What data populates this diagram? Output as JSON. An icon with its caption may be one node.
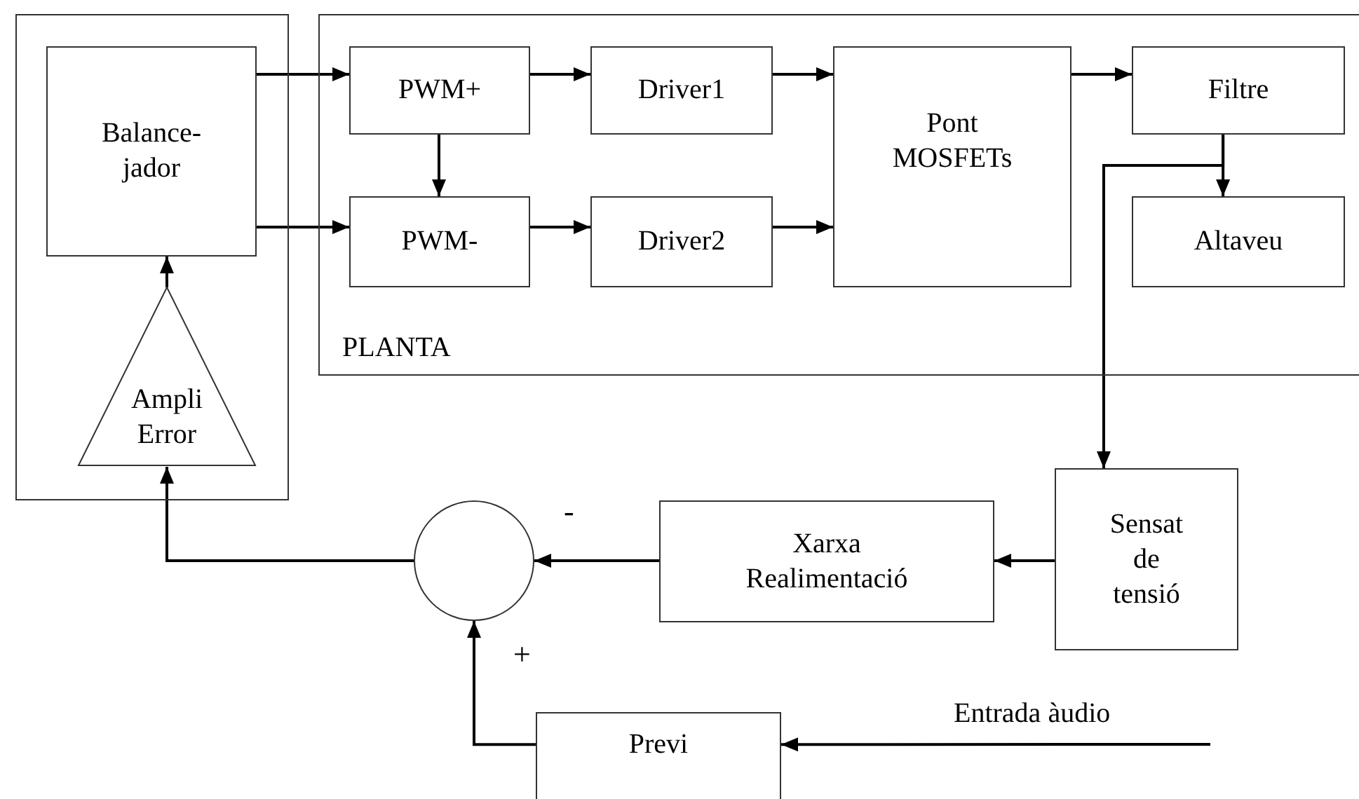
{
  "diagram": {
    "nodes": [
      {
        "text": [],
        "shape": "box"
      },
      {
        "text": [
          "Balance- jador"
        ],
        "in": 0
      },
      {
        "text": [
          "Ampli Error"
        ],
        "in": 0
      },
      {
        "text": [
          "PLANTA"
        ]
      },
      {
        "text": [
          "PWM+"
        ],
        "in": 3
      },
      {
        "text": [
          "Driver1"
        ],
        "in": 3
      },
      {
        "text": [
          "Pont MOSFETs"
        ],
        "in": 3
      },
      {
        "text": [
          "Filtre"
        ],
        "in": 3
      },
      {
        "text": [
          "PWM-"
        ],
        "in": 3
      },
      {
        "text": [
          "Driver2"
        ],
        "in": 3
      },
      {
        "text": [
          "Altaveu"
        ],
        "in": 3
      },
      {
        "text": [
          "Sensat de tensió"
        ]
      },
      {
        "text": [],
        "shape": "circle"
      },
      {
        "text": [
          "Xarxa Realimentació"
        ]
      },
      {
        "text": [
          "Previ"
        ]
      }
    ],
    "edges": [
      {
        "from": 1,
        "to": 4,
        "arrow": "to"
      },
      {
        "from": 1,
        "to": 8,
        "arrow": "to"
      },
      {
        "from": 4,
        "to": 8,
        "arrow": "to"
      },
      {
        "from": 4,
        "to": 5,
        "arrow": "to"
      },
      {
        "from": 8,
        "to": 9,
        "arrow": "to"
      },
      {
        "from": 5,
        "to": 6,
        "arrow": "to"
      },
      {
        "from": 9,
        "to": 6,
        "arrow": "to"
      },
      {
        "from": 6,
        "to": 7,
        "arrow": "to"
      },
      {
        "from": 7,
        "to": 10,
        "arrow": "to"
      },
      {
        "from": 7,
        "to": 11,
        "arrow": "to"
      },
      {
        "from": 11,
        "to": 13,
        "arrow": "to"
      },
      {
        "from": 13,
        "to": 12,
        "arrow": "to"
      },
      {
        "from": 14,
        "to": 12,
        "arrow": "to"
      },
      {
        "from": 12,
        "to": 2,
        "arrow": "to"
      },
      {
        "from": 2,
        "to": 1,
        "arrow": "to"
      },
      {
        "from": null,
        "to": 14,
        "arrow": "to",
        "label": "Entrada àudio"
      }
    ],
    "labels": [
      "-",
      "+"
    ]
  }
}
